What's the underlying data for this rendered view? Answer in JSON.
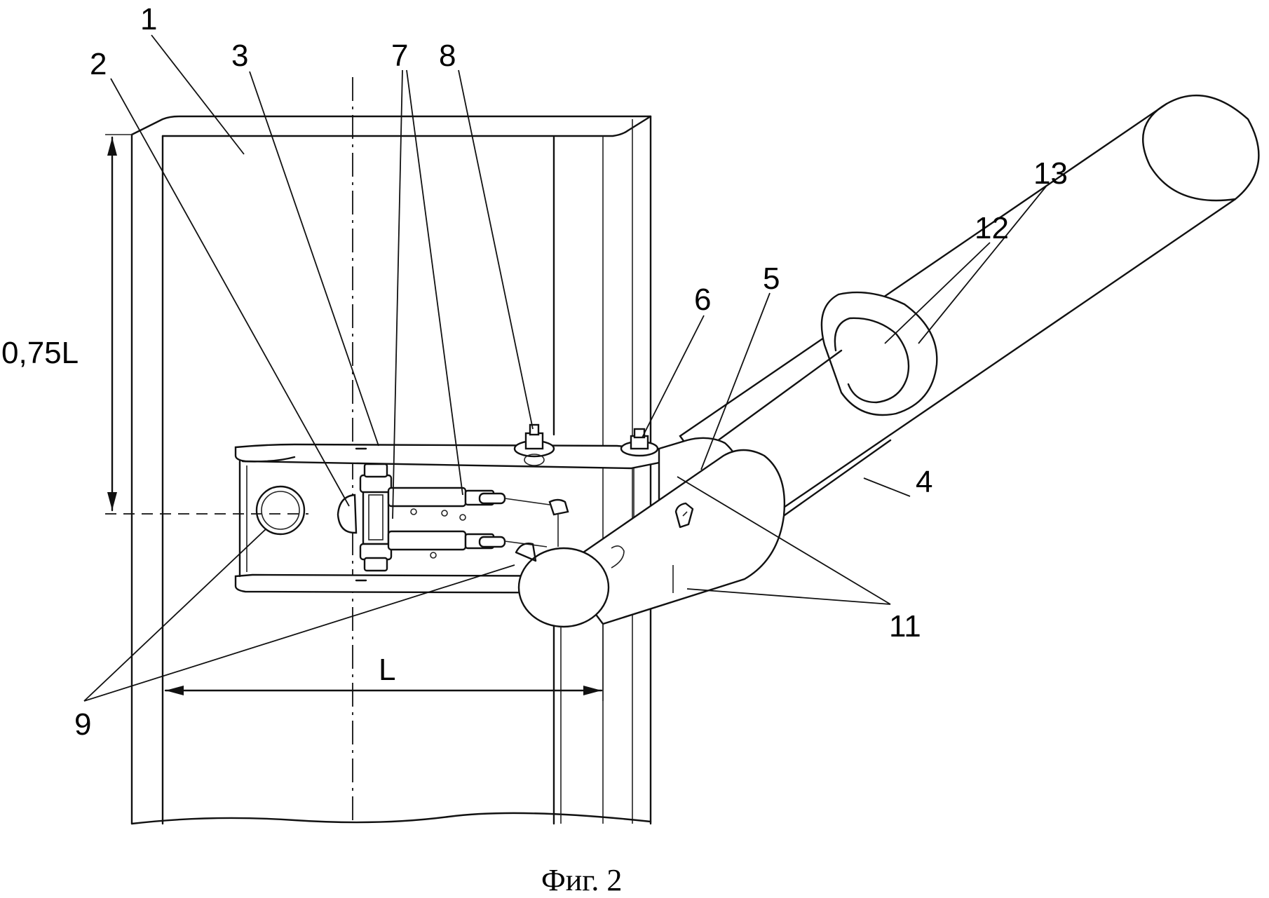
{
  "figure": {
    "caption": "Фиг. 2",
    "dimensions": {
      "height_label": "0,75L",
      "width_label": "L"
    },
    "part_labels": [
      "1",
      "2",
      "3",
      "7",
      "8",
      "13",
      "12",
      "6",
      "5",
      "4",
      "11",
      "9"
    ]
  }
}
